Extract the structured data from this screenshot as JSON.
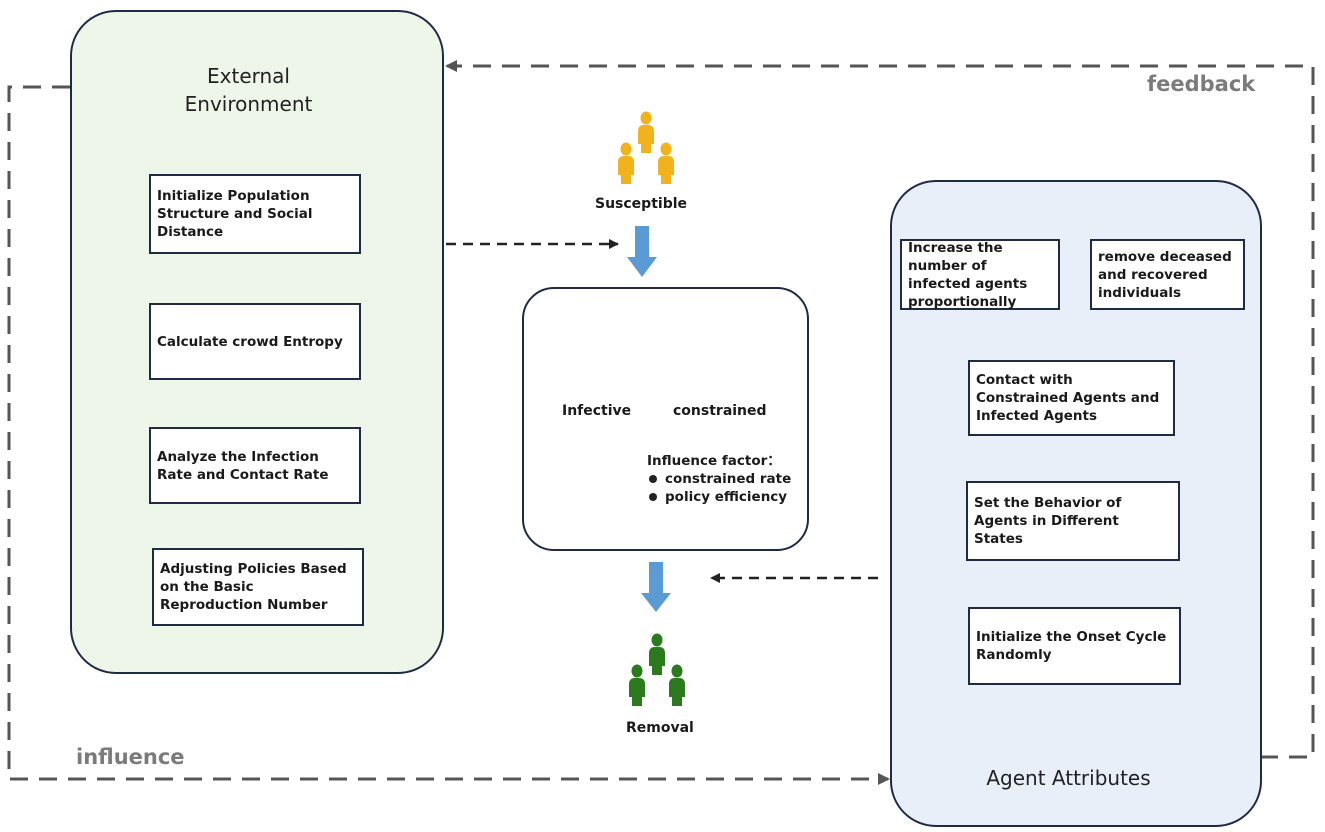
{
  "feedback_label": "feedback",
  "influence_label": "influence",
  "external_environment": {
    "title": "External Environment",
    "steps": [
      "Initialize Population Structure and Social Distance",
      "Calculate crowd Entropy",
      "Analyze the Infection Rate and Contact Rate",
      "Adjusting Policies Based on the Basic Reproduction Number"
    ]
  },
  "agent_attributes": {
    "title": "Agent Attributes",
    "steps": [
      "Initialize the Onset Cycle Randomly",
      "Set the Behavior of Agents in Different States",
      "Contact with Constrained Agents and Infected Agents",
      "Increase the number of infected agents proportionally",
      "remove deceased and recovered individuals"
    ]
  },
  "center": {
    "susceptible": "Susceptible",
    "infective": "Infective",
    "constrained": "constrained",
    "removal": "Removal",
    "influence_factor": {
      "title": "Influence factor：",
      "items": [
        "constrained rate",
        "policy efficiency"
      ]
    }
  },
  "colors": {
    "susceptible": "#f2b21b",
    "infective": "#a01a1c",
    "constrained": "#9b2ab0",
    "removal": "#2b7a1e",
    "pie_infective": "#c01414",
    "pie_constrained": "#7a2ea6",
    "blue_arrow": "#5b9bd5",
    "external_cube": "#a9d3a3",
    "agent_cube": "#a9bfe0"
  },
  "icons": [
    "person-group-icon",
    "down-arrow-icon"
  ]
}
